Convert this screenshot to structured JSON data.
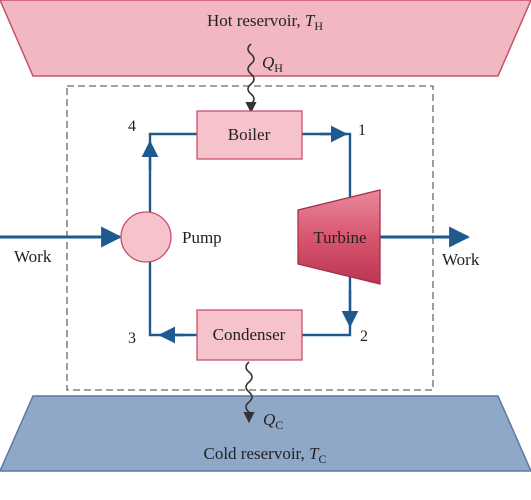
{
  "hot_reservoir": {
    "text": "Hot reservoir, ",
    "symbol": "T",
    "subscript": "H"
  },
  "heat_in": {
    "symbol": "Q",
    "subscript": "H"
  },
  "cold_reservoir": {
    "text": "Cold reservoir, ",
    "symbol": "T",
    "subscript": "C"
  },
  "heat_out": {
    "symbol": "Q",
    "subscript": "C"
  },
  "components": {
    "boiler": "Boiler",
    "turbine": "Turbine",
    "condenser": "Condenser",
    "pump": "Pump"
  },
  "states": {
    "s1": "1",
    "s2": "2",
    "s3": "3",
    "s4": "4"
  },
  "work_in": "Work",
  "work_out": "Work",
  "colors": {
    "hot_fill": "#f2b8c2",
    "hot_stroke": "#c9506a",
    "cold_fill": "#8fa8c8",
    "cold_stroke": "#5a7aa3",
    "component_fill": "#f6c2cc",
    "component_stroke": "#c9506a",
    "flow_line": "#1e5a90",
    "boundary": "#6a6a6a"
  }
}
